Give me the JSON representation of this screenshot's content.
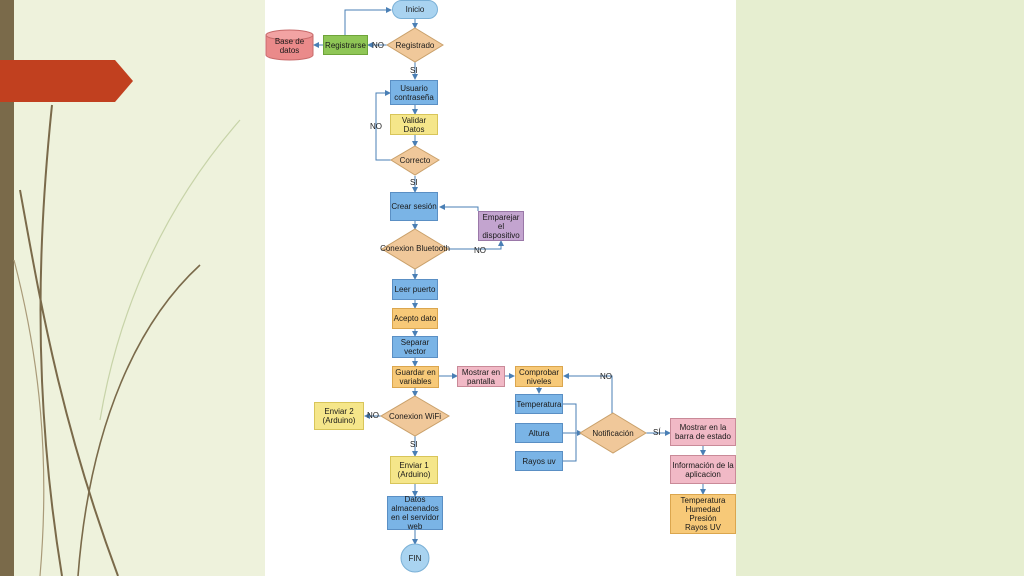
{
  "slide": {
    "accent_color": "#c1401f",
    "stripe_color": "#7a6a4a",
    "background_color": "#eef2dc"
  },
  "flowchart": {
    "nodes": {
      "inicio": "Inicio",
      "registrado": "Registrado",
      "registrarse": "Registrarse",
      "base_datos": "Base de\ndatos",
      "usuario": "Usuario\ncontraseña",
      "validar": "Validar\nDatos",
      "correcto": "Correcto",
      "crear_sesion": "Crear sesión",
      "emparejar": "Emparejar el\ndispositivo",
      "conexion_bt": "Conexion Bluetooth",
      "leer_puerto": "Leer puerto",
      "acepto_dato": "Acepto dato",
      "separar": "Separar\nvector",
      "guardar": "Guardar en\nvariables",
      "mostrar_pantalla": "Mostrar en\npantalla",
      "comprobar": "Comprobar\nniveles",
      "temperatura": "Temperatura",
      "altura": "Altura",
      "rayos": "Rayos uv",
      "notificacion": "Notificación",
      "mostrar_barra": "Mostrar en la\nbarra de estado",
      "info_app": "Información de la\naplicacion",
      "valores": "Temperatura\nHumedad\nPresión\nRayos UV",
      "conexion_wifi": "Conexion WiFi",
      "enviar2": "Enviar 2\n(Arduino)",
      "enviar1": "Enviar 1\n(Arduino)",
      "datos_servidor": "Datos\nalmacenados\nen el servidor\nweb",
      "fin": "FIN"
    },
    "edge_labels": {
      "no": "NO",
      "si": "SI",
      "si_accent": "SÍ"
    }
  }
}
